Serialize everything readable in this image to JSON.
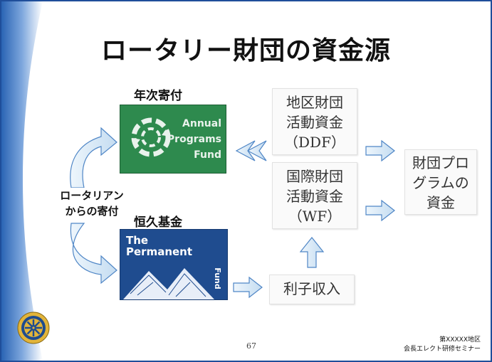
{
  "title": "ロータリー財団の資金源",
  "labels": {
    "annual_label": "年次寄付",
    "permanent_label": "恒久基金",
    "donation_line1": "ロータリアン",
    "donation_line2": "からの寄付"
  },
  "annual_logo": {
    "line1": "Annual",
    "line2": "Programs",
    "line3": "Fund"
  },
  "permanent_logo": {
    "line1": "The",
    "line2": "Permanent",
    "line3": "Fund"
  },
  "boxes": {
    "ddf": [
      "地区財団",
      "活動資金",
      "（DDF）"
    ],
    "wf": [
      "国際財団",
      "活動資金",
      "（WF）"
    ],
    "program": [
      "財団プロ",
      "グラムの",
      "資金"
    ],
    "interest": "利子収入"
  },
  "page_number": "67",
  "footer": {
    "line1": "第XXXXX地区",
    "line2": "会長エレクト研修セミナー"
  },
  "colors": {
    "annual_green": "#2e8a4e",
    "permanent_blue": "#1f4c8f",
    "arrow_fill": "#d4e7f5",
    "arrow_stroke": "#4f86c6"
  }
}
